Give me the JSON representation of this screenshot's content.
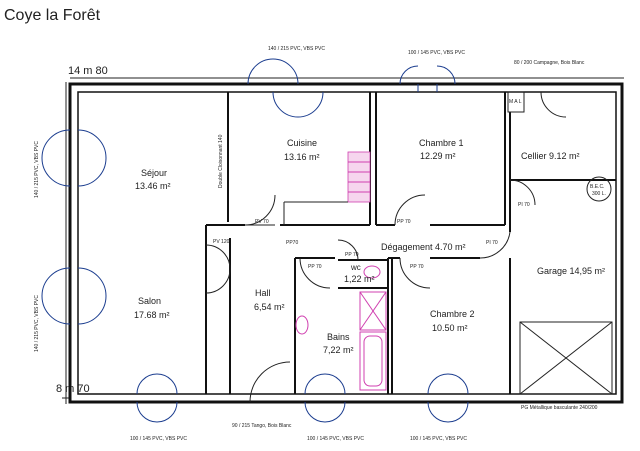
{
  "title": "Coye la Forêt",
  "dims": {
    "width": "14 m 80",
    "depth": "8 m 70"
  },
  "rooms": {
    "sejour": {
      "name": "Séjour",
      "area": "13.46 m²"
    },
    "salon": {
      "name": "Salon",
      "area": "17.68 m²"
    },
    "cuisine": {
      "name": "Cuisine",
      "area": "13.16 m²"
    },
    "chambre1": {
      "name": "Chambre 1",
      "area": "12.29 m²"
    },
    "cellier": {
      "label": "Cellier 9.12 m²"
    },
    "degagement": {
      "label": "Dégagement 4.70 m²"
    },
    "garage": {
      "label": "Garage 14,95 m²"
    },
    "hall": {
      "name": "Hall",
      "area": "6,54 m²"
    },
    "wc": {
      "name": "wc",
      "area": "1,22 m²"
    },
    "bains": {
      "name": "Bains",
      "area": "7,22 m²"
    },
    "chambre2": {
      "name": "Chambre 2",
      "area": "10.50 m²"
    }
  },
  "windows": {
    "top_cuisine": "140 / 215 PVC, VBS PVC",
    "top_chambre1": "100 / 145 PVC, VBS PVC",
    "top_cellier": "80 / 200 Campagne, Bois Blanc",
    "left_sejour": "140 / 215 PVC, VBS PVC",
    "left_salon": "140 / 215 PVC, VBS PVC",
    "bottom_salon": "100 / 145 PVC, VBS PVC",
    "bottom_entry": "90 / 215 Tango, Bois Blanc",
    "bottom_bains": "100 / 145 PVC, VBS PVC",
    "bottom_chambre2": "100 / 145 PVC, VBS PVC",
    "garage_door": "PG Métallique basculante 240/200"
  },
  "doors": {
    "pv70": "PV 70",
    "pv120": "PV 120",
    "pp70": "PP70",
    "pp70b": "PP 70",
    "pi70": "PI 70"
  },
  "fixtures": {
    "double_cloison": "Double Cloisonnant 140",
    "mal": "M A L",
    "bec_line1": "B.E.C.",
    "bec_line2": "300 L."
  }
}
